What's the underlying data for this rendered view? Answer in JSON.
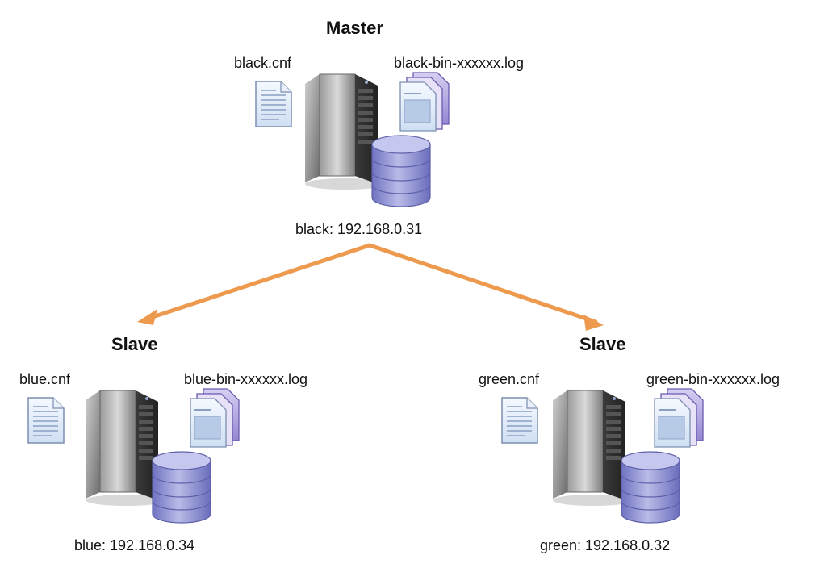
{
  "master": {
    "role": "Master",
    "config_file": "black.cnf",
    "binlog_file": "black-bin-xxxxxx.log",
    "host": "black: 192.168.0.31"
  },
  "slaves": [
    {
      "role": "Slave",
      "config_file": "blue.cnf",
      "binlog_file": "blue-bin-xxxxxx.log",
      "host": "blue: 192.168.0.34"
    },
    {
      "role": "Slave",
      "config_file": "green.cnf",
      "binlog_file": "green-bin-xxxxxx.log",
      "host": "green: 192.168.0.32"
    }
  ],
  "icons": {
    "server": "server-tower-icon",
    "config": "document-icon",
    "binlog": "stacked-documents-icon",
    "database": "database-icon"
  },
  "colors": {
    "arrow": "#ED9A4E",
    "database": "#8C8FCF",
    "server": "#6E6E6E",
    "document": "#D6E4F5",
    "binlog": "#A79BD6"
  }
}
